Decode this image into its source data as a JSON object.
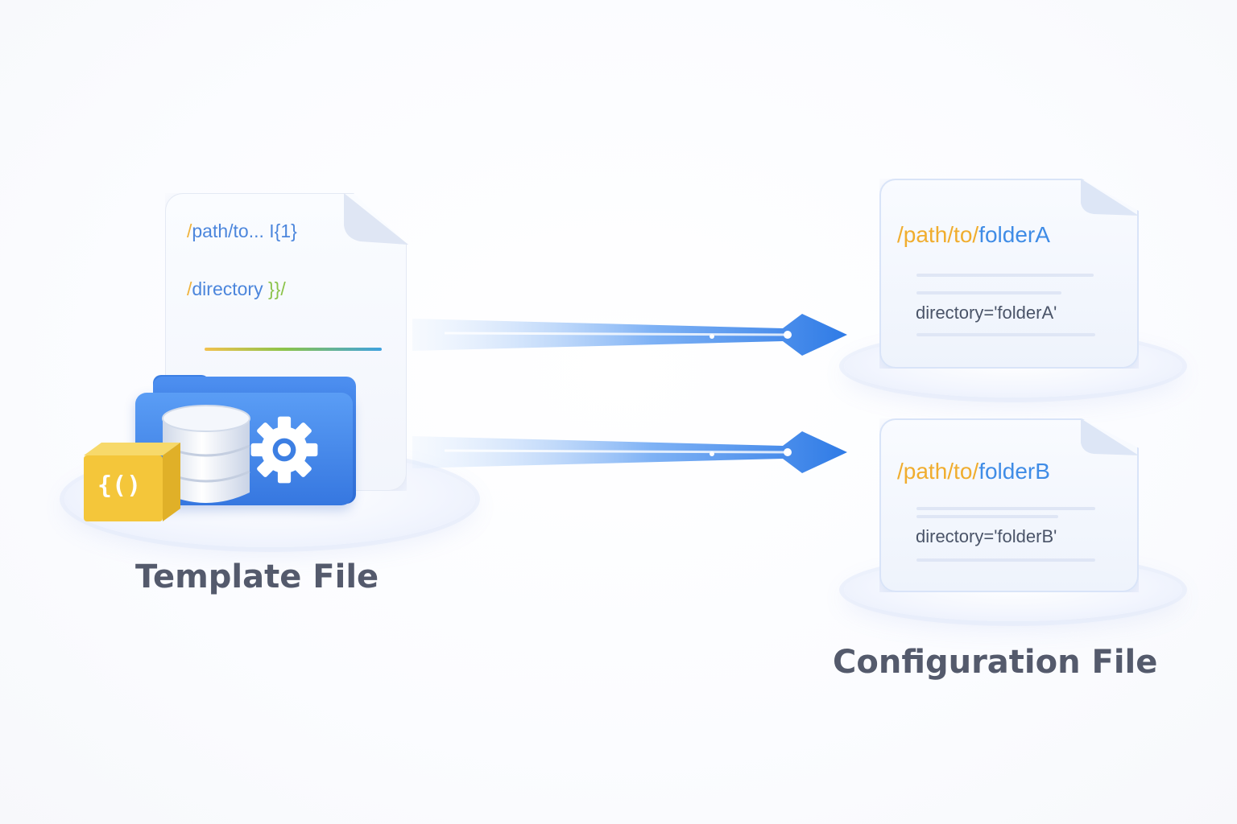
{
  "template": {
    "line1": {
      "slash": "/",
      "text": "path/to... I{1}"
    },
    "line2": {
      "slash": "/",
      "text": "directory ",
      "closing": "}}/"
    },
    "cube_glyph": "{()",
    "caption": "Template File"
  },
  "configs": [
    {
      "path_prefix": "/path/to/",
      "path_folder": "folderA",
      "directory": "directory='folderA'"
    },
    {
      "path_prefix": "/path/to/",
      "path_folder": "folderB",
      "directory": "directory='folderB'"
    }
  ],
  "config_caption": "Configuration File",
  "icons": [
    "document-icon",
    "folder-icon",
    "database-icon",
    "gear-icon",
    "json-cube-icon",
    "arrow-right-icon"
  ],
  "colors": {
    "accent_blue": "#3f8ce6",
    "accent_yellow": "#f0ad2e",
    "caption_gray": "#545a6c"
  }
}
